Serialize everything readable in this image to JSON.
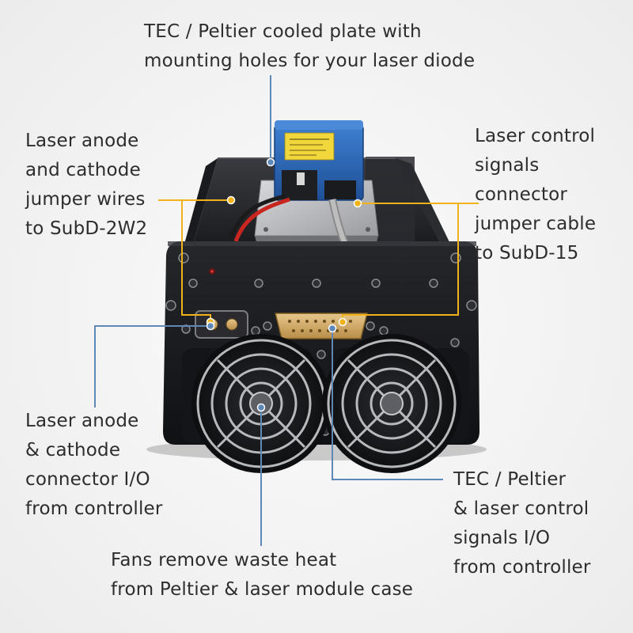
{
  "colors": {
    "background": "#f4f4f4",
    "text": "#2d2d2d",
    "callout_orange": "#f2b21c",
    "callout_blue": "#5d88b8",
    "enclosure": "#17181b"
  },
  "callouts": {
    "tec_plate": {
      "lines": [
        "TEC / Peltier cooled plate with",
        "mounting holes for your laser diode"
      ]
    },
    "anode_jumper": {
      "lines": [
        "Laser anode",
        "and cathode",
        "jumper wires",
        "to SubD-2W2"
      ]
    },
    "control_jumper": {
      "lines": [
        "Laser control",
        "signals",
        "connector",
        "jumper cable",
        "to SubD-15"
      ]
    },
    "anode_io": {
      "lines": [
        "Laser anode",
        "& cathode",
        "connector I/O",
        "from controller"
      ]
    },
    "tec_io": {
      "lines": [
        "TEC / Peltier",
        "& laser control",
        "signals I/O",
        "from controller"
      ]
    },
    "fans": {
      "lines": [
        "Fans remove waste heat",
        "from Peltier & laser module case"
      ]
    }
  },
  "photo": {
    "subject": "Laser diode driver enclosure with TEC plate and two cooling fans",
    "icons": [
      "fan-icon",
      "subd-15-connector-icon",
      "subd-2w2-connector-icon",
      "laser-module-icon"
    ]
  }
}
